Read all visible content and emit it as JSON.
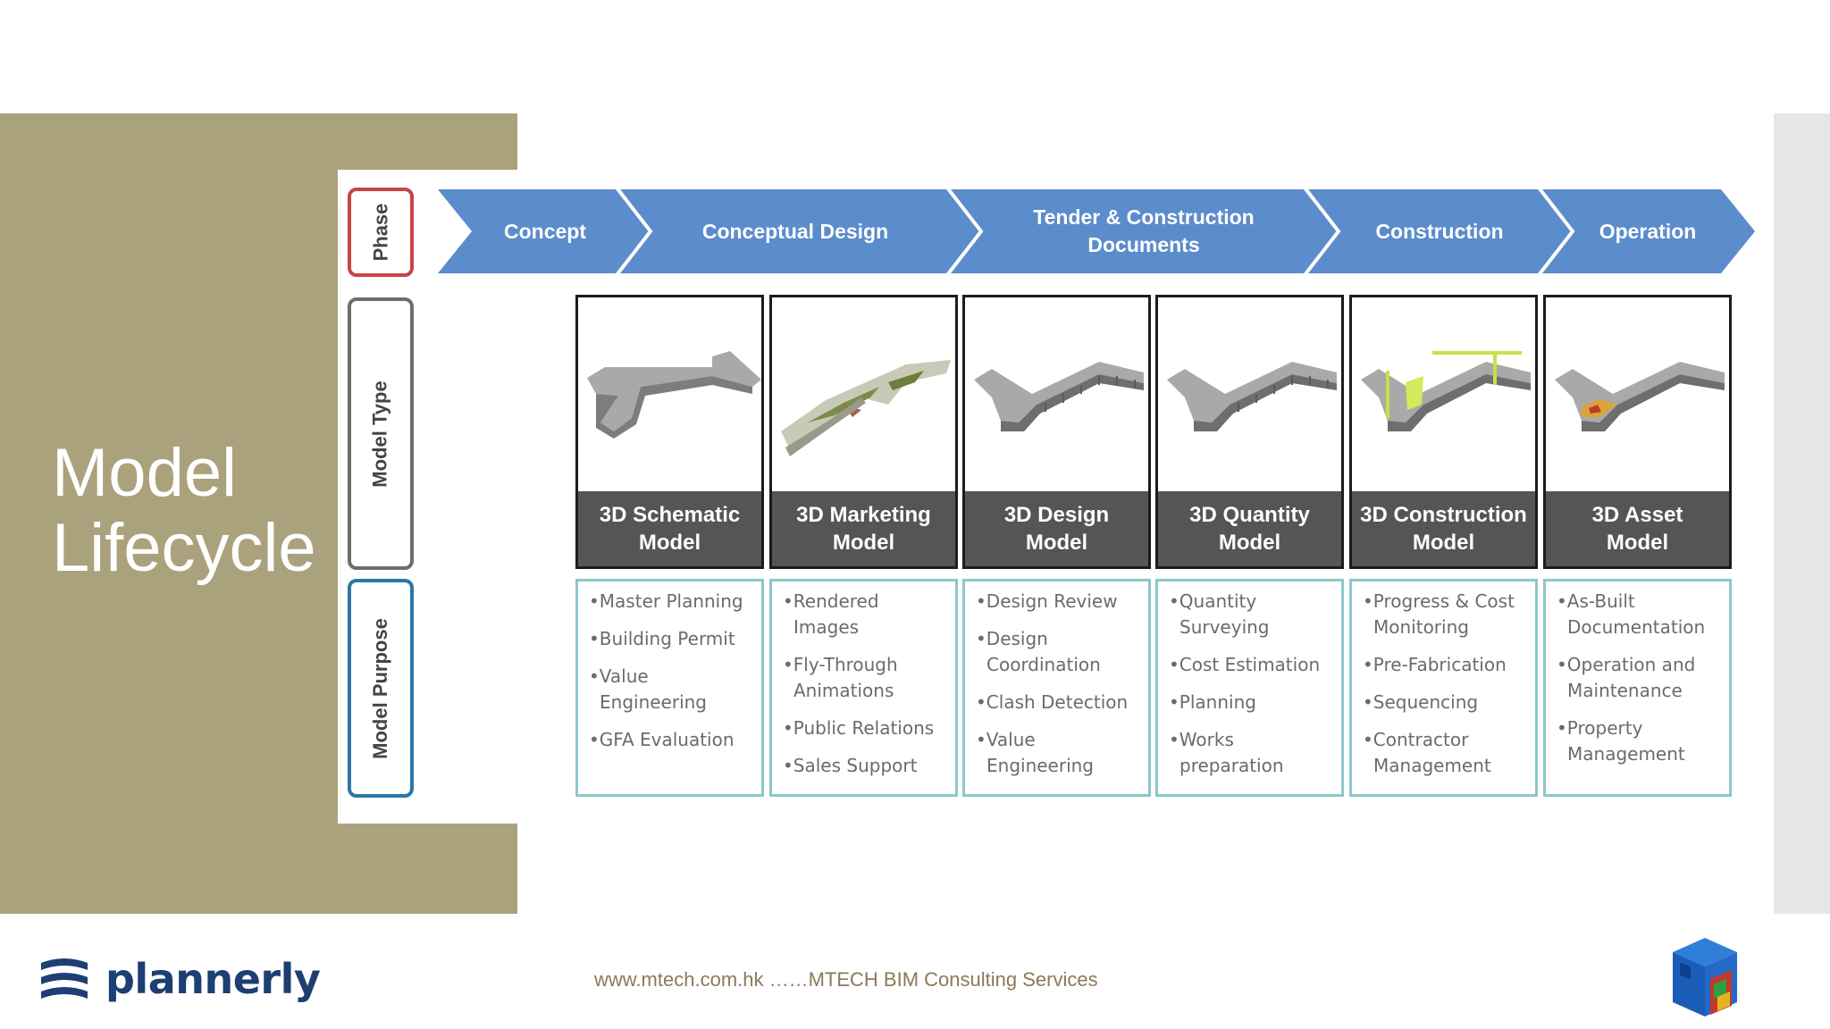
{
  "slide": {
    "title_line1": "Model",
    "title_line2": "Lifecycle"
  },
  "row_labels": {
    "phase": "Phase",
    "model_type": "Model Type",
    "model_purpose": "Model Purpose"
  },
  "phases": [
    "Concept",
    "Conceptual Design",
    "Tender & Construction\nDocuments",
    "Construction",
    "Operation"
  ],
  "models": [
    {
      "name": "3D Schematic\nModel",
      "purposes": [
        "•Master Planning",
        "•Building Permit",
        "•Value Engineering",
        "•GFA Evaluation"
      ]
    },
    {
      "name": "3D Marketing\nModel",
      "purposes": [
        "•Rendered Images",
        "•Fly-Through Animations",
        "•Public Relations",
        "•Sales Support"
      ]
    },
    {
      "name": "3D Design\nModel",
      "purposes": [
        "•Design Review",
        "•Design Coordination",
        "•Clash Detection",
        "•Value Engineering"
      ]
    },
    {
      "name": "3D Quantity\nModel",
      "purposes": [
        "•Quantity Surveying",
        "•Cost Estimation",
        "•Planning",
        "•Works preparation"
      ]
    },
    {
      "name": "3D  Construction\nModel",
      "purposes": [
        "•Progress & Cost Monitoring",
        "•Pre-Fabrication",
        "•Sequencing",
        "•Contractor Management"
      ]
    },
    {
      "name": "3D Asset\nModel",
      "purposes": [
        "•As-Built Documentation",
        "•Operation and Maintenance",
        "•Property Management"
      ]
    }
  ],
  "footer": {
    "url_text": "www.mtech.com.hk ……MTECH BIM Consulting Services",
    "brand": "plannerly"
  },
  "colors": {
    "olive": "#aaa27c",
    "phase_blue": "#5b8ccb",
    "model_bar": "#555555",
    "purpose_border": "#8cc7cc"
  }
}
